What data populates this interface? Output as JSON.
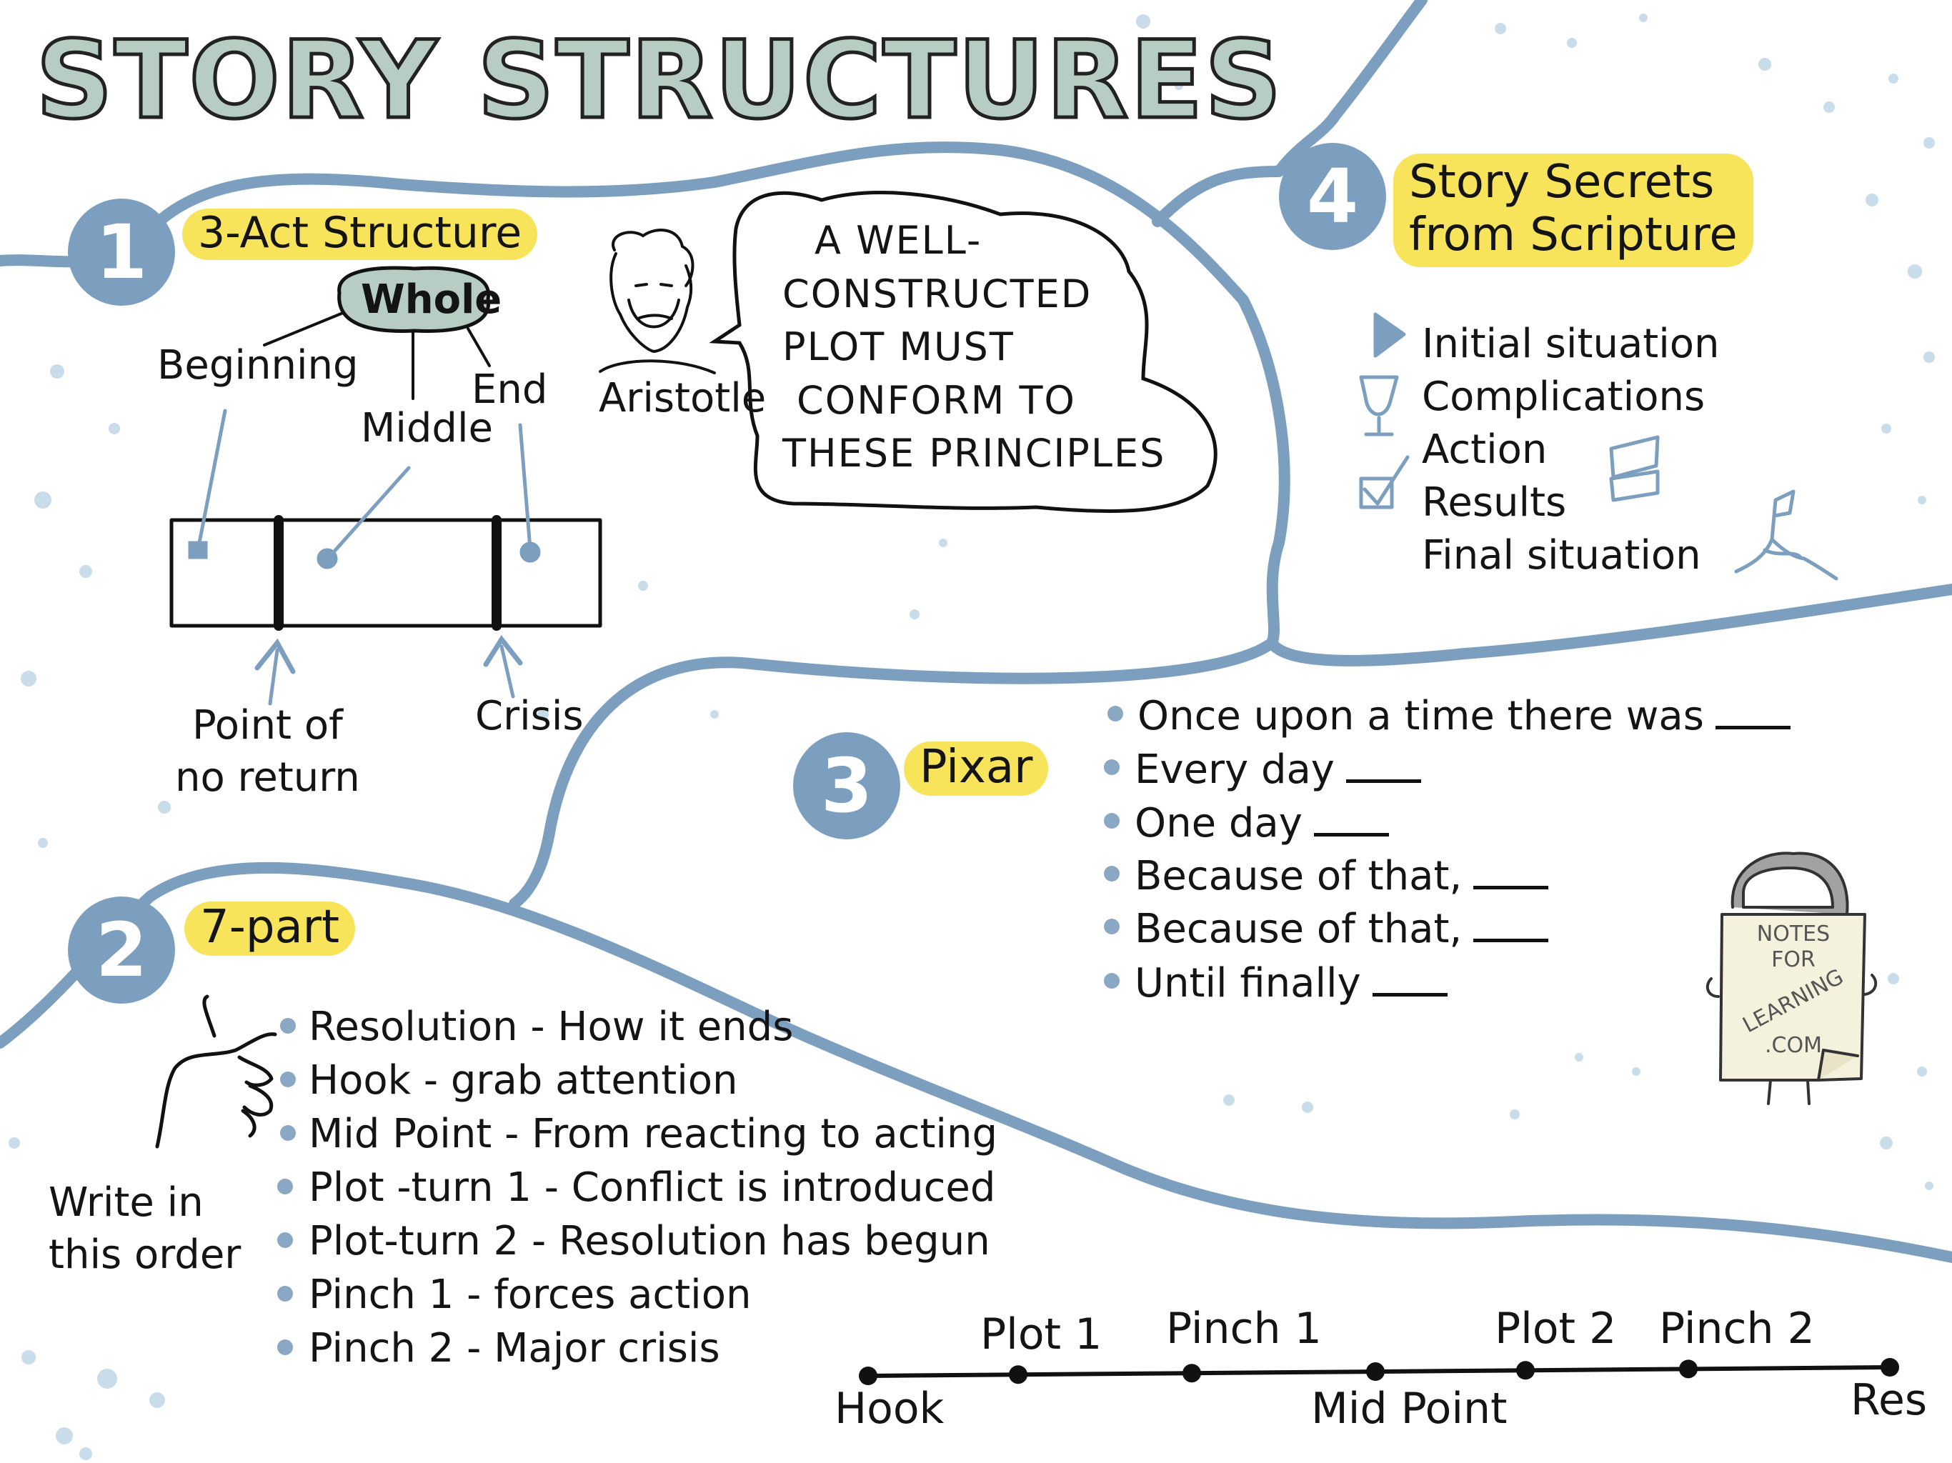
{
  "title": "STORY STRUCTURES",
  "sections": {
    "three_act": {
      "number": "1",
      "heading": "3-Act Structure",
      "whole": "Whole",
      "beginning": "Beginning",
      "middle": "Middle",
      "end": "End",
      "point_of_no_return": [
        "Point of",
        "no return"
      ],
      "crisis": "Crisis",
      "aristotle_label": "Aristotle",
      "speech": [
        "A WELL-",
        "CONSTRUCTED",
        "PLOT MUST",
        "CONFORM TO",
        "THESE PRINCIPLES"
      ]
    },
    "seven_part": {
      "number": "2",
      "heading": "7-part",
      "write_note": [
        "Write in",
        "this order"
      ],
      "items": [
        "Resolution - How it ends",
        "Hook - grab attention",
        "Mid Point - From reacting to acting",
        "Plot -turn 1 - Conflict is introduced",
        "Plot-turn 2 - Resolution has begun",
        "Pinch 1 - forces action",
        "Pinch 2 - Major crisis"
      ],
      "timeline_top": [
        "Plot 1",
        "Pinch 1",
        "Plot 2",
        "Pinch 2"
      ],
      "timeline_bottom": [
        "Hook",
        "Mid Point",
        "Res"
      ]
    },
    "pixar": {
      "number": "3",
      "heading": "Pixar",
      "items": [
        "Once upon a time there was",
        "Every day",
        "One day",
        "Because of that,",
        "Because of that,",
        "Until finally"
      ]
    },
    "scripture": {
      "number": "4",
      "heading": [
        "Story Secrets",
        "from Scripture"
      ],
      "items": [
        "Initial situation",
        "Complications",
        "Action",
        "Results",
        "Final situation"
      ]
    }
  },
  "logo": [
    "NOTES",
    "FOR",
    "LEARNING",
    ".COM"
  ],
  "colors": {
    "river": "#7d9fbf",
    "highlight": "#f7e45a",
    "title_fill": "#b7cdc3",
    "dots": "#c6d9e8"
  }
}
